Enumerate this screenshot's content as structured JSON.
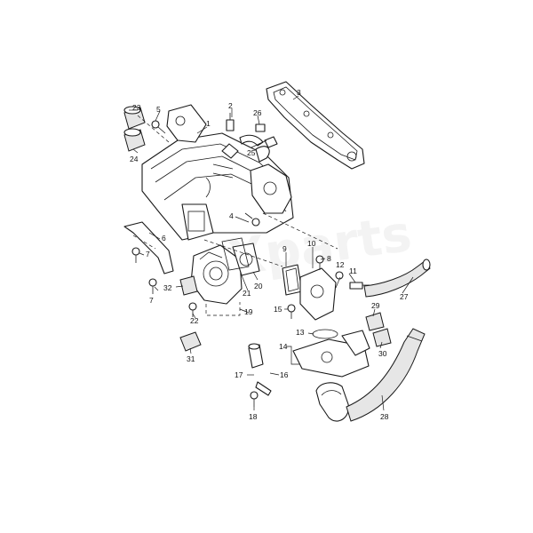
{
  "watermark": "Xparts",
  "callouts": [
    "1",
    "2",
    "3",
    "4",
    "5",
    "6",
    "7",
    "7",
    "8",
    "9",
    "10",
    "11",
    "12",
    "13",
    "14",
    "15",
    "16",
    "17",
    "18",
    "19",
    "20",
    "21",
    "22",
    "23",
    "24",
    "25",
    "26",
    "27",
    "28",
    "29",
    "30",
    "31",
    "32"
  ]
}
